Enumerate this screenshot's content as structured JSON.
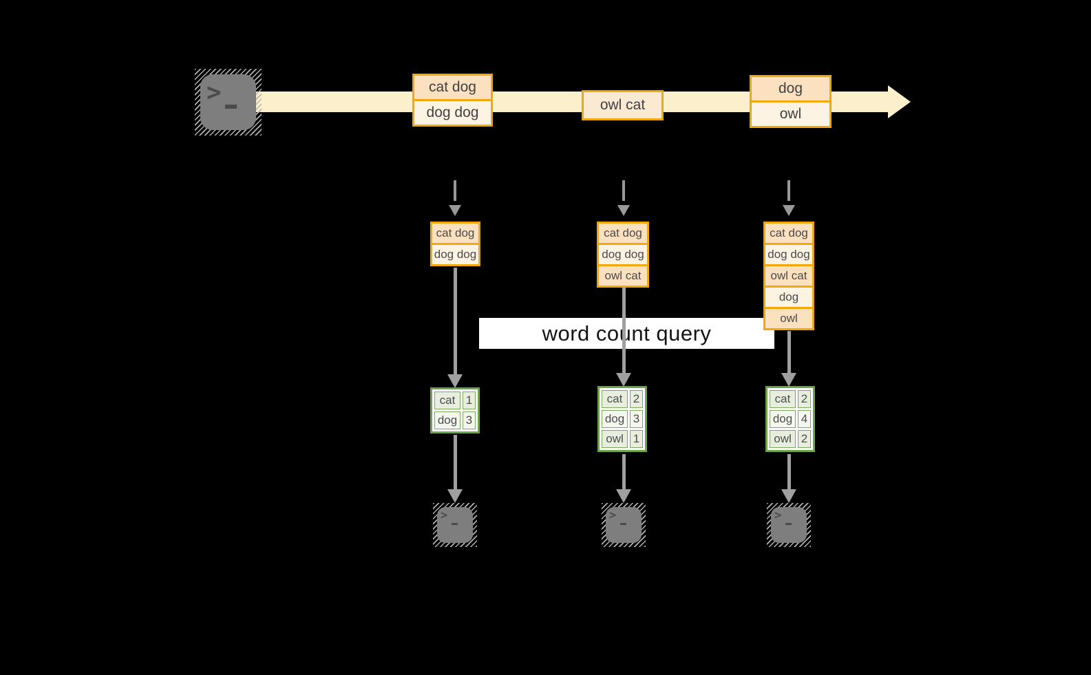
{
  "diagram": "streaming word count",
  "query_label": "word count query",
  "icons": {
    "source": "terminal-icon",
    "sinks": [
      "terminal-icon",
      "terminal-icon",
      "terminal-icon"
    ],
    "prompt_chevron": ">"
  },
  "colors": {
    "background": "#000000",
    "stream_band": "#fbf0cb",
    "event_border": "#f1a80b",
    "event_fill_peach": "#fbe1bf",
    "event_fill_cream": "#fdf3e2",
    "event_fill_mid": "#fbe9d2",
    "table_border": "#6ba547",
    "table_cell_green": "#e7eedd",
    "table_cell_light": "#f4f7ee",
    "arrow_gray": "#a0a0a0",
    "terminal_gray": "#7e7e7e",
    "query_banner_bg": "#ffffff"
  },
  "timeline": {
    "events": [
      {
        "lines": [
          "cat dog",
          "dog dog"
        ]
      },
      {
        "lines": [
          "owl cat"
        ]
      },
      {
        "lines": [
          "dog",
          "owl"
        ]
      }
    ]
  },
  "columns": [
    {
      "stack": [
        "cat dog",
        "dog dog"
      ],
      "counts": [
        {
          "word": "cat",
          "count": 1
        },
        {
          "word": "dog",
          "count": 3
        }
      ]
    },
    {
      "stack": [
        "cat dog",
        "dog dog",
        "owl cat"
      ],
      "counts": [
        {
          "word": "cat",
          "count": 2
        },
        {
          "word": "dog",
          "count": 3
        },
        {
          "word": "owl",
          "count": 1
        }
      ]
    },
    {
      "stack": [
        "cat dog",
        "dog dog",
        "owl cat",
        "dog",
        "owl"
      ],
      "counts": [
        {
          "word": "cat",
          "count": 2
        },
        {
          "word": "dog",
          "count": 4
        },
        {
          "word": "owl",
          "count": 2
        }
      ]
    }
  ]
}
